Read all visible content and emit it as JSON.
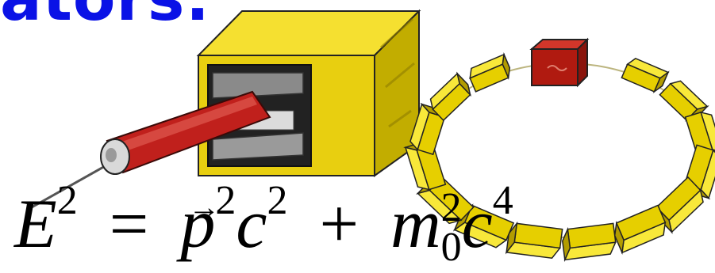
{
  "title_fragment": "ators:",
  "formula": {
    "E": "E",
    "exp_E": "2",
    "equals": "=",
    "p": "p",
    "vector_arrow": "→",
    "exp_p": "2",
    "c1": "c",
    "exp_c1": "2",
    "plus": "+",
    "m": "m",
    "exp_m": "2",
    "sub_m": "0",
    "c2": "c",
    "exp_c2": "4"
  },
  "colors": {
    "title": "#0a12e6",
    "magnet_yellow": "#f0d800",
    "magnet_dark": "#9c8a00",
    "beam_tube_red": "#c0201c",
    "ring_red_block": "#b01a10",
    "metal_grey": "#8a8a8a"
  }
}
